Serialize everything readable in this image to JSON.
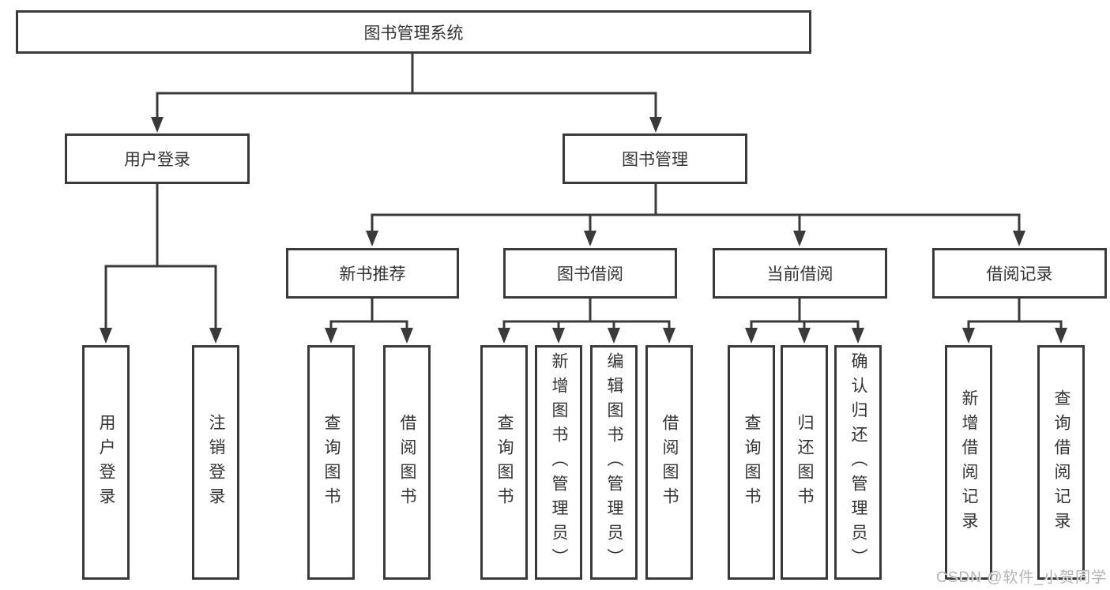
{
  "tree": {
    "label": "图书管理系统",
    "children": [
      {
        "label": "用户登录",
        "children": [
          {
            "label": "用户登录"
          },
          {
            "label": "注销登录"
          }
        ]
      },
      {
        "label": "图书管理",
        "children": [
          {
            "label": "新书推荐",
            "children": [
              {
                "label": "查询图书"
              },
              {
                "label": "借阅图书"
              }
            ]
          },
          {
            "label": "图书借阅",
            "children": [
              {
                "label": "查询图书"
              },
              {
                "label": "新增图书（管理员）"
              },
              {
                "label": "编辑图书（管理员）"
              },
              {
                "label": "借阅图书"
              }
            ]
          },
          {
            "label": "当前借阅",
            "children": [
              {
                "label": "查询图书"
              },
              {
                "label": "归还图书"
              },
              {
                "label": "确认归还（管理员）"
              }
            ]
          },
          {
            "label": "借阅记录",
            "children": [
              {
                "label": "新增借阅记录"
              },
              {
                "label": "查询借阅记录"
              }
            ]
          }
        ]
      }
    ]
  },
  "watermark": "CSDN @软件_小贺同学",
  "colors": {
    "line": "#3a3a3a",
    "text": "#333333",
    "watermark": "#b3b3b3",
    "background": "#ffffff"
  }
}
